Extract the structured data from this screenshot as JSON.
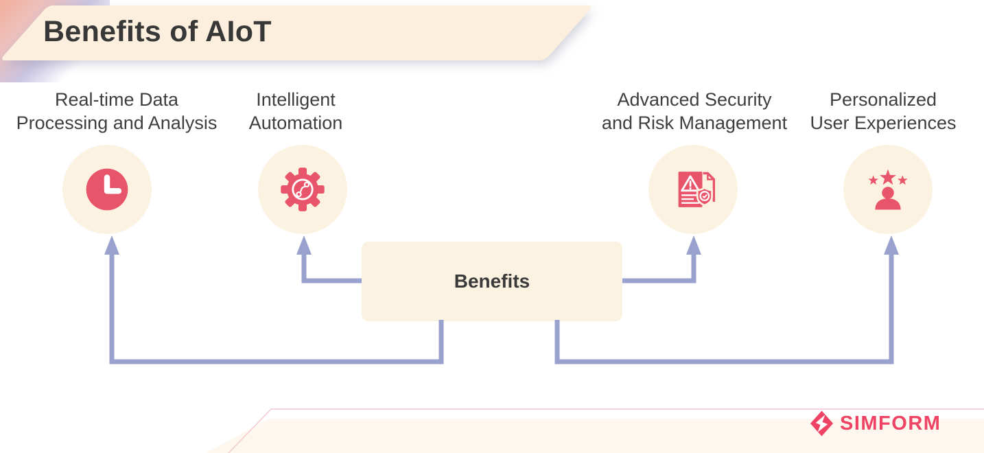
{
  "header": {
    "title": "Benefits of AIoT"
  },
  "center_box": {
    "label": "Benefits"
  },
  "items": [
    {
      "label_lines": [
        "Real-time Data",
        "Processing and Analysis"
      ],
      "icon": "clock-icon"
    },
    {
      "label_lines": [
        "Intelligent",
        "Automation"
      ],
      "icon": "gear-automation-icon"
    },
    {
      "label_lines": [
        "Advanced Security",
        "and Risk Management"
      ],
      "icon": "secure-document-icon"
    },
    {
      "label_lines": [
        "Personalized",
        "User Experiences"
      ],
      "icon": "user-stars-icon"
    }
  ],
  "branding": {
    "logo_text": "SIMFORM"
  },
  "colors": {
    "icon_accent": "#E85469",
    "connector": "#99A1CE",
    "panel_cream": "#FCF2E2",
    "banner_cream": "#FCEFDE",
    "brand_pink": "#EF4365",
    "text_dark": "#3A3A3A"
  }
}
